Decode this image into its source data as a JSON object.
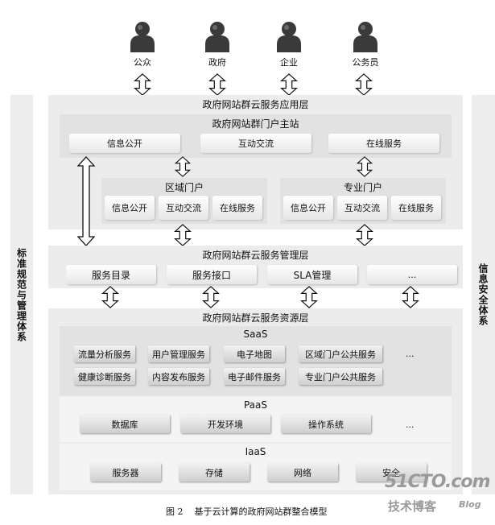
{
  "users": [
    "公众",
    "政府",
    "企业",
    "公务员"
  ],
  "side_left": "标准规范与管理体系",
  "side_right": "信息安全体系",
  "app_layer": {
    "title": "政府网站群云服务应用层",
    "main_site": {
      "title": "政府网站群门户主站",
      "items": [
        "信息公开",
        "互动交流",
        "在线服务"
      ]
    },
    "regional": {
      "title": "区域门户",
      "items": [
        "信息公开",
        "互动交流",
        "在线服务"
      ]
    },
    "professional": {
      "title": "专业门户",
      "items": [
        "信息公开",
        "互动交流",
        "在线服务"
      ]
    }
  },
  "mgmt_layer": {
    "title": "政府网站群云服务管理层",
    "items": [
      "服务目录",
      "服务接口",
      "SLA管理",
      "..."
    ]
  },
  "res_layer": {
    "title": "政府网站群云服务资源层",
    "saas": {
      "title": "SaaS",
      "row1": [
        "流量分析服务",
        "用户管理服务",
        "电子地图",
        "区域门户公共服务",
        "..."
      ],
      "row2": [
        "健康诊断服务",
        "内容发布服务",
        "电子邮件服务",
        "专业门户公共服务"
      ]
    },
    "paas": {
      "title": "PaaS",
      "items": [
        "数据库",
        "开发环境",
        "操作系统",
        "..."
      ]
    },
    "iaas": {
      "title": "IaaS",
      "items": [
        "服务器",
        "存储",
        "网络",
        "安全"
      ]
    }
  },
  "caption": "图 2    基于云计算的政府网站群整合模型",
  "watermark": {
    "main": "51CTO.com",
    "sub": "技术博客",
    "blog": "Blog"
  }
}
